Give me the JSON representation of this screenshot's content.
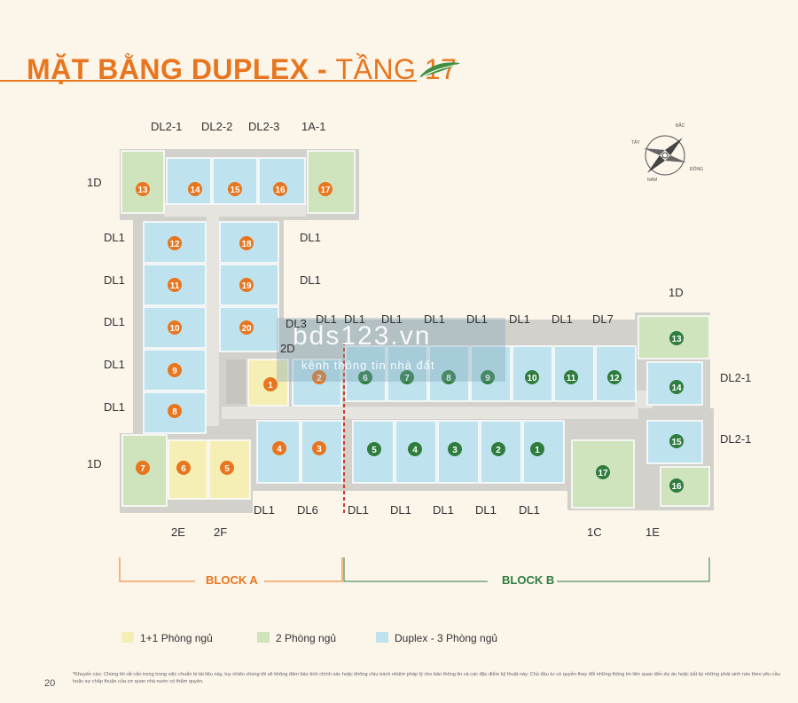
{
  "header": {
    "title_bold": "MẶT BẰNG DUPLEX - ",
    "title_light": "TẦNG 17"
  },
  "compass": {
    "north": "BẮC",
    "south": "NAM",
    "east": "ĐÔNG",
    "west": "TÂY"
  },
  "watermark": {
    "main": "bds123.vn",
    "sub": "kênh thông tin nhà đất"
  },
  "labels": {
    "top_dl2_1": "DL2-1",
    "top_dl2_2": "DL2-2",
    "top_dl2_3": "DL2-3",
    "top_1a_1": "1A-1",
    "left_1d_top": "1D",
    "left_dl1_a": "DL1",
    "left_dl1_b": "DL1",
    "left_dl1_c": "DL1",
    "left_dl1_d": "DL1",
    "left_dl1_e": "DL1",
    "left_1d_bottom": "1D",
    "mid_dl1_a": "DL1",
    "mid_dl1_b": "DL1",
    "mid_dl3": "DL3",
    "mid_2d": "2D",
    "b_top_dl1_1": "DL1",
    "b_top_dl1_2": "DL1",
    "b_top_dl1_3": "DL1",
    "b_top_dl1_4": "DL1",
    "b_top_dl1_5": "DL1",
    "b_top_dl1_6": "DL1",
    "b_top_dl1_7": "DL1",
    "b_top_dl7": "DL7",
    "right_1d": "1D",
    "right_dl2_1_a": "DL2-1",
    "right_dl2_1_b": "DL2-1",
    "bottom_2e": "2E",
    "bottom_2f": "2F",
    "bottom_dl1_a": "DL1",
    "bottom_dl6": "DL6",
    "bottom_dl1_b": "DL1",
    "bottom_dl1_c": "DL1",
    "bottom_dl1_d": "DL1",
    "bottom_dl1_e": "DL1",
    "bottom_dl1_f": "DL1",
    "bottom_1c": "1C",
    "bottom_1e": "1E"
  },
  "blocks": {
    "a": "BLOCK A",
    "b": "BLOCK B"
  },
  "units_a": [
    "13",
    "14",
    "15",
    "16",
    "17",
    "12",
    "18",
    "11",
    "19",
    "10",
    "20",
    "9",
    "8",
    "1",
    "2",
    "7",
    "6",
    "5",
    "4",
    "3"
  ],
  "units_b": [
    "6",
    "7",
    "8",
    "9",
    "10",
    "11",
    "12",
    "13",
    "14",
    "15",
    "16",
    "17",
    "5",
    "4",
    "3",
    "2",
    "1"
  ],
  "legend": {
    "one_plus_one": "1+1 Phòng ngủ",
    "two_bed": "2 Phòng ngủ",
    "duplex": "Duplex - 3 Phòng ngủ"
  },
  "colors": {
    "accent": "#e8761f",
    "block_b_green": "#2f7d3e",
    "duplex_blue": "#bfe3ee",
    "two_bed_green": "#cfe3bc",
    "one_bed_yellow": "#f6efb5"
  },
  "footer": {
    "page": "20",
    "disclaimer": "*Khuyến cáo: Chúng tôi rất cẩn trọng trong việc chuẩn bị tài liệu này, tuy nhiên chúng tôi sẽ không đảm bảo tính chính xác hoặc không chịu trách nhiệm pháp lý cho bản thông tin và các đặc điểm kỹ thuật này. Chủ đầu tư có quyền thay đổi những thông tin liên quan đến dự án hoặc bất kỳ những phát sinh nào theo yêu cầu hoặc sự chấp thuận của cơ quan nhà nước có thẩm quyền."
  }
}
